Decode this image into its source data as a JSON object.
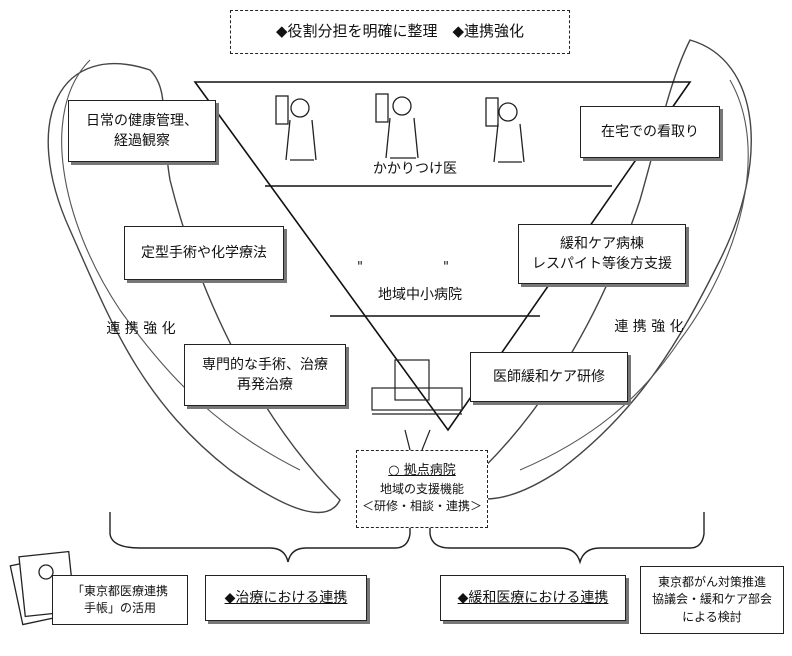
{
  "header": {
    "text": "◆役割分担を明確に整理　◆連携強化"
  },
  "levels": {
    "top": "かかりつけ医",
    "middle": "地域中小病院",
    "marks": [
      "\"",
      "\""
    ]
  },
  "left_boxes": {
    "a": [
      "日常の健康管理、",
      "経過観察"
    ],
    "b": "定型手術や化学療法",
    "c": [
      "専門的な手術、治療",
      "再発治療"
    ]
  },
  "right_boxes": {
    "a": "在宅での看取り",
    "b": [
      "緩和ケア病棟",
      "レスパイト等後方支援"
    ],
    "c": "医師緩和ケア研修"
  },
  "side_labels": {
    "left": "連 携 強 化",
    "right": "連 携 強 化"
  },
  "hub": {
    "title": "○ 拠点病院",
    "line2": "地域の支援機能",
    "line3": "＜研修・相談・連携＞"
  },
  "bottom": {
    "handbook": [
      "「東京都医療連携",
      "手帳」の活用"
    ],
    "treatment": "◆治療における連携",
    "palliative": "◆緩和医療における連携",
    "council": [
      "東京都がん対策推進",
      "協議会・緩和ケア部会",
      "による検討"
    ]
  }
}
